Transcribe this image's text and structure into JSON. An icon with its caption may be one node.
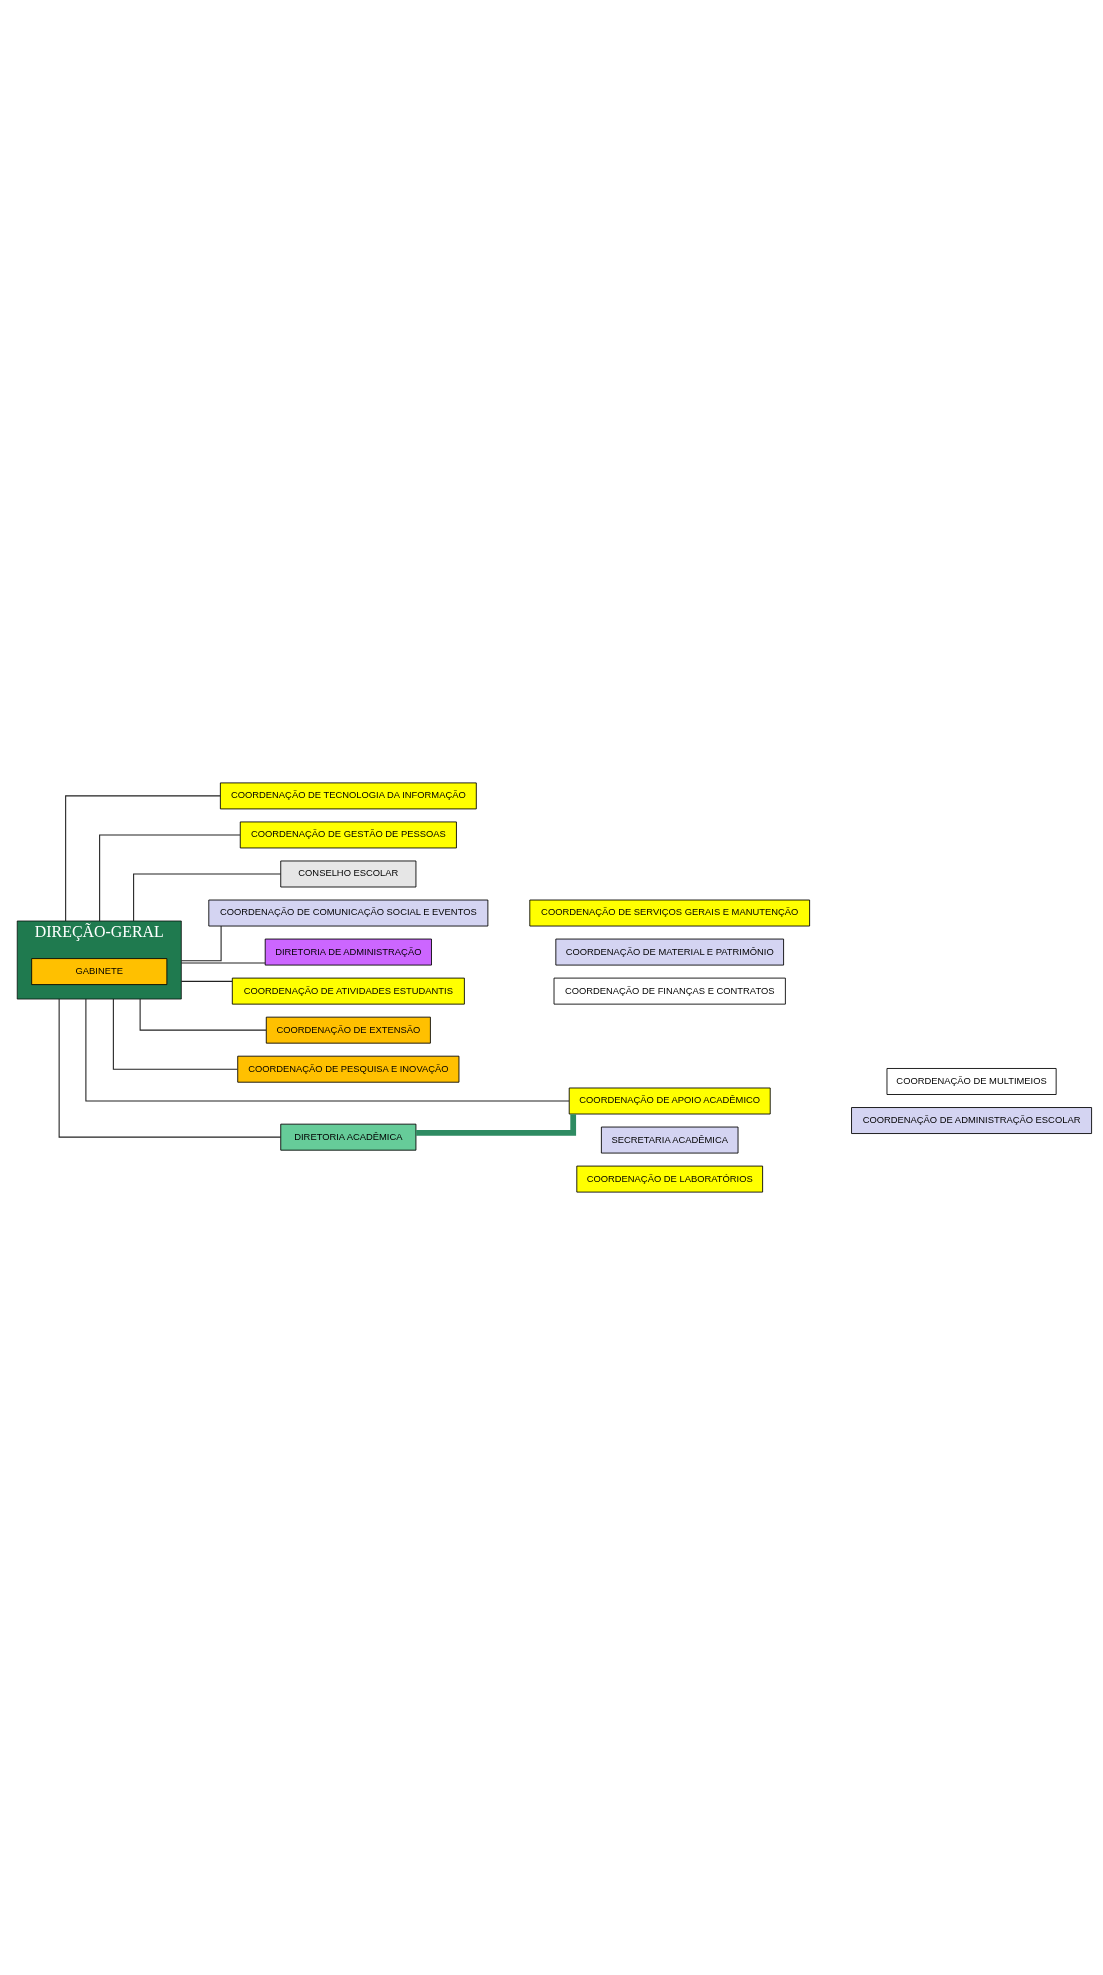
{
  "diagram": {
    "nodes": [
      {
        "text": [
          "DIREÇÃO-GERAL"
        ]
      },
      {
        "text": [
          "GABINETE"
        ],
        "in": 0
      },
      {
        "text": [
          "COORDENAÇÃO DE TECNOLOGIA DA INFORMAÇÃO"
        ]
      },
      {
        "text": [
          "COORDENAÇÃO DE GESTÃO DE PESSOAS"
        ]
      },
      {
        "text": [
          "CONSELHO ESCOLAR"
        ]
      },
      {
        "text": [
          "COORDENAÇÃO DE COMUNICAÇÃO SOCIAL E EVENTOS"
        ]
      },
      {
        "text": [
          "DIRETORIA DE ADMINISTRAÇÃO"
        ]
      },
      {
        "text": [
          "COORDENAÇÃO DE SERVIÇOS GERAIS E MANUTENÇÃO"
        ]
      },
      {
        "text": [
          "COORDENAÇÃO DE MATERIAL E PATRIMÔNIO"
        ]
      },
      {
        "text": [
          "COORDENAÇÃO DE FINANÇAS E CONTRATOS"
        ]
      },
      {
        "text": [
          "COORDENAÇÃO DE ATIVIDADES ESTUDANTIS"
        ]
      },
      {
        "text": [
          "COORDENAÇÃO DE EXTENSÃO"
        ]
      },
      {
        "text": [
          "COORDENAÇÃO DE PESQUISA E INOVAÇÃO"
        ]
      },
      {
        "text": [
          "COORDENAÇÃO DE APOIO ACADÊMICO"
        ]
      },
      {
        "text": [
          "COORDENAÇÃO DE MULTIMEIOS"
        ]
      },
      {
        "text": [
          "COORDENAÇÃO DE ADMINISTRAÇÃO ESCOLAR"
        ]
      },
      {
        "text": [
          "DIRETORIA ACADÊMICA"
        ]
      },
      {
        "text": [
          "SECRETARIA ACADÊMICA"
        ]
      },
      {
        "text": [
          "COORDENAÇÃO DE LABORATÓRIOS"
        ]
      }
    ],
    "edges": [
      {
        "from": 0,
        "to": 2,
        "arrow": "none"
      },
      {
        "from": 0,
        "to": 3,
        "arrow": "none"
      },
      {
        "from": 0,
        "to": 4,
        "arrow": "none"
      },
      {
        "from": 0,
        "to": 5,
        "arrow": "none"
      },
      {
        "from": 0,
        "to": 6,
        "arrow": "none"
      },
      {
        "from": 0,
        "to": 10,
        "arrow": "none"
      },
      {
        "from": 0,
        "to": 11,
        "arrow": "none"
      },
      {
        "from": 0,
        "to": 12,
        "arrow": "none"
      },
      {
        "from": 0,
        "to": 13,
        "arrow": "none"
      },
      {
        "from": 0,
        "to": 16,
        "arrow": "none"
      },
      {
        "from": 16,
        "to": 13,
        "arrow": "none",
        "style": "thick",
        "color": "#2e8b62"
      }
    ]
  }
}
